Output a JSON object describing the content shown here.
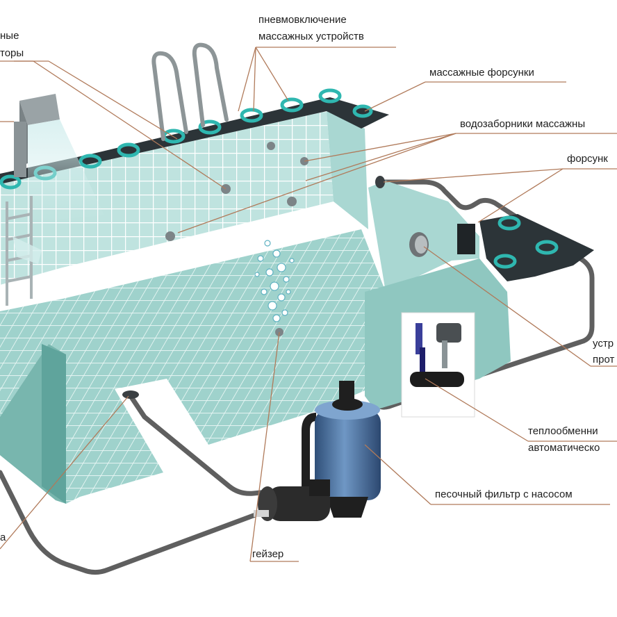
{
  "labels": {
    "rail_fragment_1": "ные",
    "rail_fragment_2": "торы",
    "pneumatic_1": "пневмовключение",
    "pneumatic_2": "массажных устройств",
    "massage_nozzles": "массажные форсунки",
    "water_intakes": "водозаборники массажны",
    "nozzles": "форсунк",
    "counterflow_1": "устр",
    "counterflow_2": "прот",
    "heat_exchanger_1": "теплообменни",
    "heat_exchanger_2": "автоматическо",
    "sand_filter": "песочный фильтр с насосом",
    "geyser": "гейзер",
    "left_fragment": "а"
  },
  "colors": {
    "water": "#bfe3df",
    "tile_grid": "#ffffff",
    "edge_tiles": "#2c3438",
    "nozzle_ring": "#2fb7b0",
    "pipe": "#5a5a5a",
    "leader_line": "#b07a5a",
    "filter_tank": "#4e79a8",
    "pump": "#2a2a2a"
  }
}
